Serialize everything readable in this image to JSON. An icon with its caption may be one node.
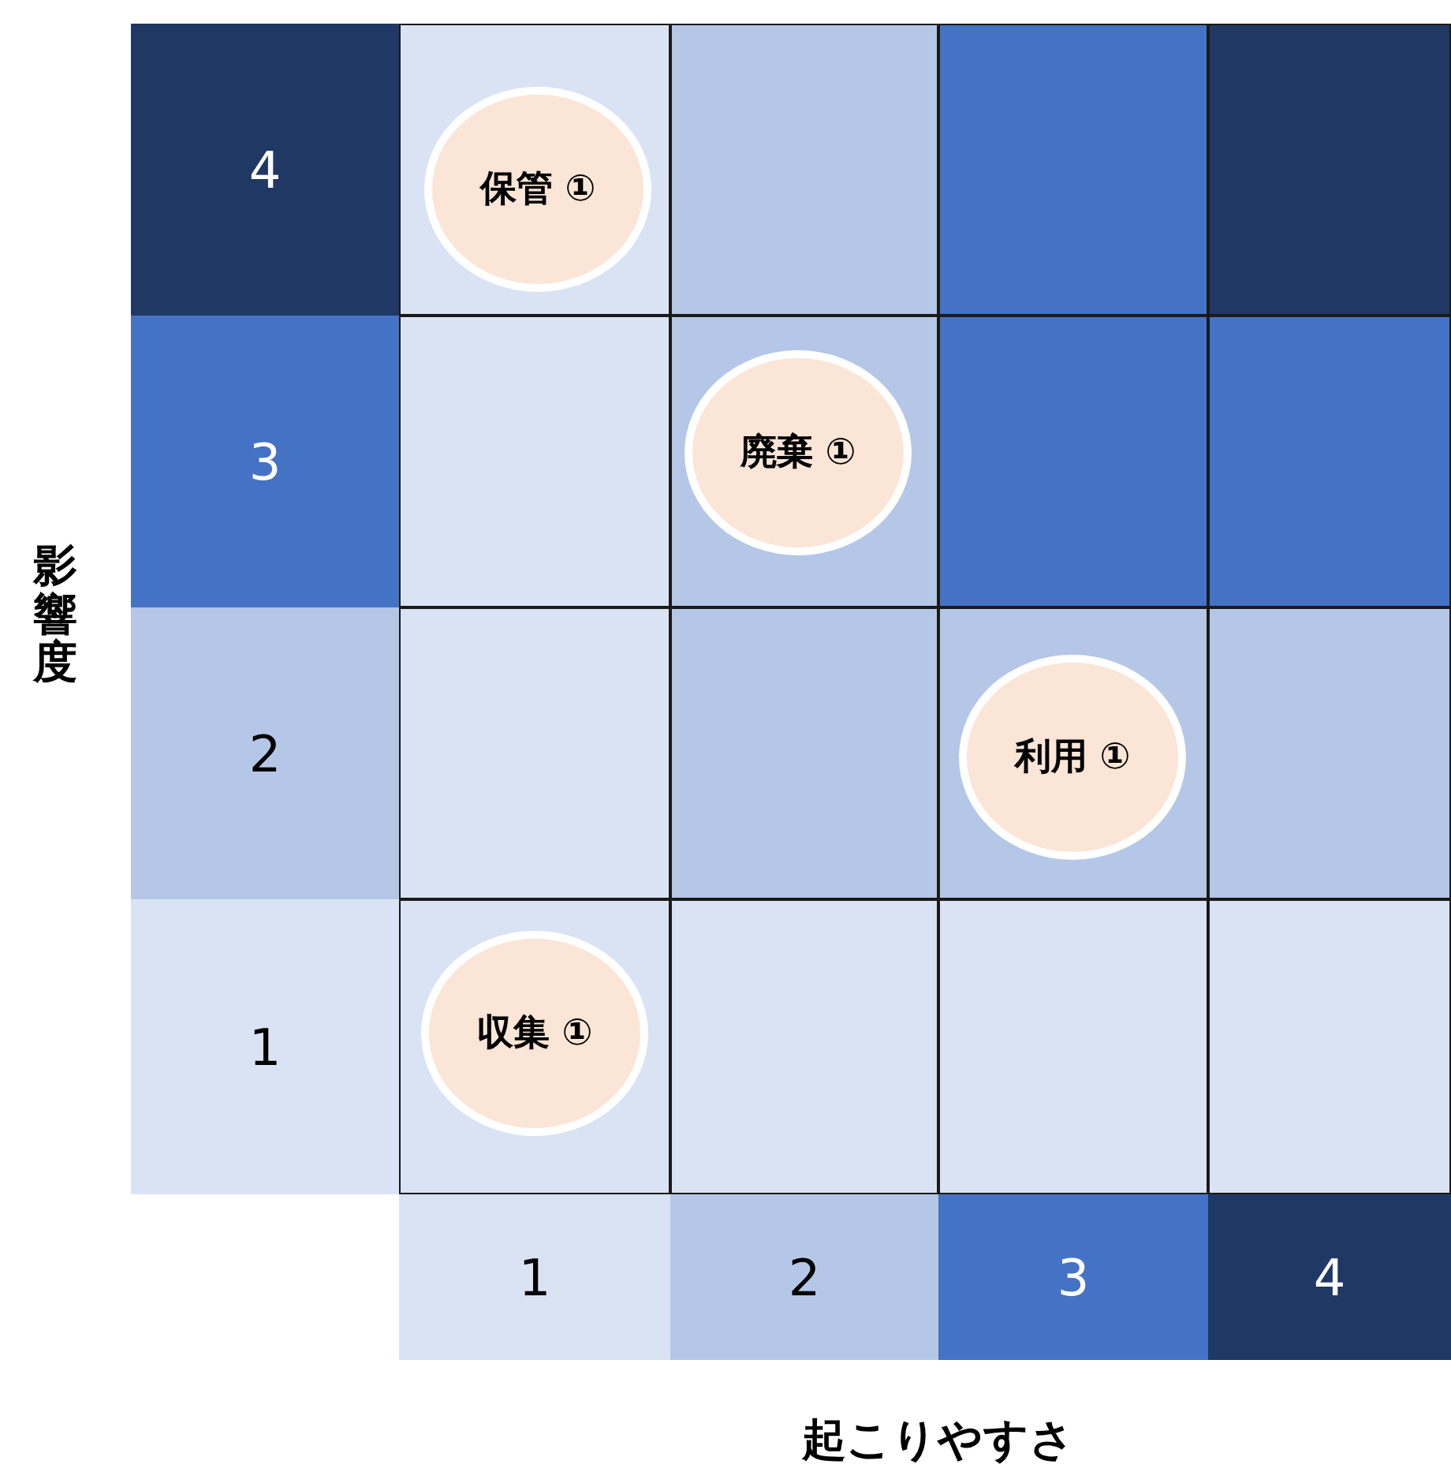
{
  "diagram": {
    "nodes": [
      {
        "text": [
          "保管 ①"
        ]
      },
      {
        "text": [
          "廃棄 ①"
        ]
      },
      {
        "text": [
          "利用 ①"
        ]
      },
      {
        "text": [
          "収集 ①"
        ]
      }
    ],
    "labels": [
      "影響度",
      "4",
      "3",
      "2",
      "1",
      "1",
      "2",
      "3",
      "4",
      "起こりやすさ"
    ]
  }
}
